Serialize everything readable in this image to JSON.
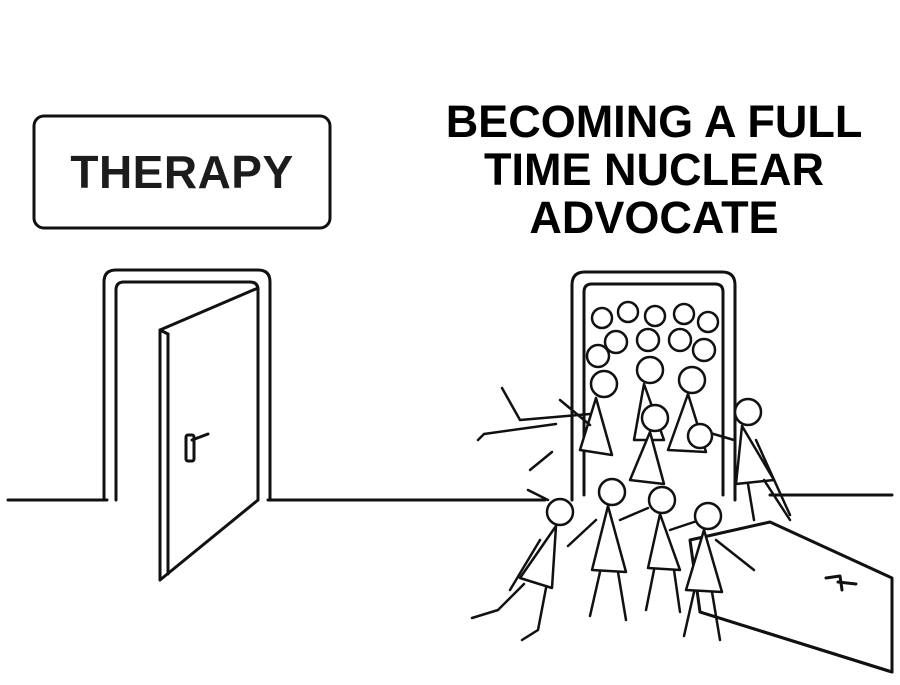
{
  "left_door": {
    "sign_text": "THERAPY"
  },
  "right_door": {
    "caption_lines": [
      "BECOMING A FULL",
      "TIME NUCLEAR",
      "ADVOCATE"
    ]
  },
  "colors": {
    "background": "#ffffff",
    "ink": "#111111"
  }
}
